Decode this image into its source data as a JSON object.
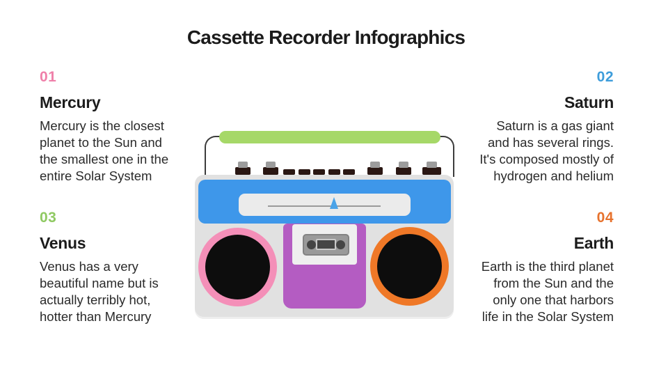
{
  "title": "Cassette Recorder Infographics",
  "sections": [
    {
      "number": "01",
      "name": "Mercury",
      "description": "Mercury is the closest\nplanet to the Sun and\nthe smallest one in the\nentire Solar System",
      "color": "#ef7fa9"
    },
    {
      "number": "02",
      "name": "Saturn",
      "description": "Saturn is a gas giant\nand has several rings.\nIt's composed mostly of\nhydrogen and helium",
      "color": "#3e9ddb"
    },
    {
      "number": "03",
      "name": "Venus",
      "description": "Venus has a very\nbeautiful name but is\nactually terribly hot,\nhotter than Mercury",
      "color": "#8fc962"
    },
    {
      "number": "04",
      "name": "Earth",
      "description": "Earth is the third planet\nfrom the Sun and the\nonly one that harbors\nlife in the Solar System",
      "color": "#e7722d"
    }
  ],
  "illustration": {
    "label": "cassette-recorder-boombox",
    "colors": {
      "handle": "#a6d868",
      "wire": "#3c3c3c",
      "body": "#e1e1e1",
      "panel": "#3e97ea",
      "display": "#ebebeb",
      "scale_line": "#9a9a9a",
      "pointer": "#4aa3e8",
      "deck": "#b45cc2",
      "window": "#efefef",
      "cassette": "#9a9a9a",
      "cassette_border": "#838383",
      "cassette_dark": "#454545",
      "cassette_light": "#c9c9c9",
      "knob_cap": "#9c9c9c",
      "knob_base": "#2a1713",
      "speaker_cone": "#0d0d0d",
      "speaker_left_ring": "#f48fb8",
      "speaker_right_ring": "#ef7827"
    }
  }
}
